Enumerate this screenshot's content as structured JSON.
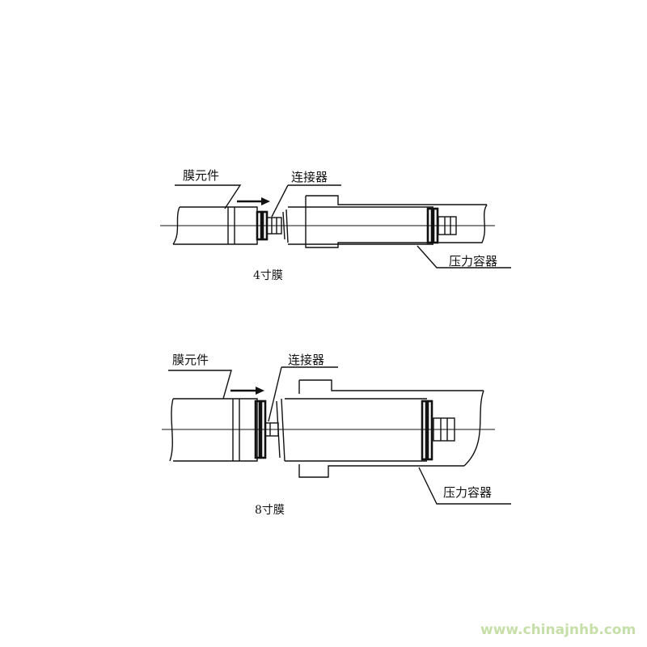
{
  "diagrams": [
    {
      "element_label": "膜元件",
      "connector_label": "连接器",
      "vessel_label": "压力容器",
      "caption": "4寸膜"
    },
    {
      "element_label": "膜元件",
      "connector_label": "连接器",
      "vessel_label": "压力容器",
      "caption": "8寸膜"
    }
  ],
  "watermark": "www.chinajnhb.com",
  "colors": {
    "line": "#111111",
    "watermark": "#c6dfa8",
    "background": "#ffffff"
  }
}
